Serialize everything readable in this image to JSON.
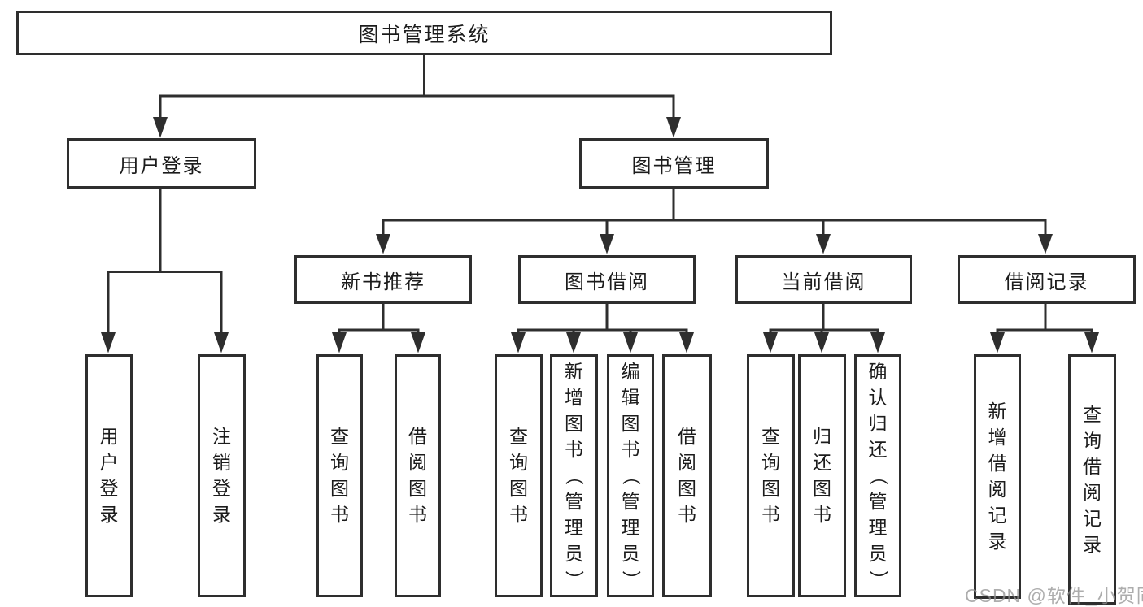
{
  "diagram_title": "图书管理系统",
  "colors": {
    "line": "#2e2e2e",
    "box_border": "#2e2e2e",
    "text": "#1c1c1c",
    "background": "#ffffff",
    "watermark": "#919191"
  },
  "watermark": {
    "text": "CSDN @软件_小贺同学"
  },
  "nodes": {
    "root": {
      "label": "图书管理系统"
    },
    "level2": [
      {
        "label": "用户登录"
      },
      {
        "label": "图书管理"
      }
    ],
    "level3": [
      {
        "label": "新书推荐",
        "parent": "图书管理"
      },
      {
        "label": "图书借阅",
        "parent": "图书管理"
      },
      {
        "label": "当前借阅",
        "parent": "图书管理"
      },
      {
        "label": "借阅记录",
        "parent": "图书管理"
      }
    ],
    "leaves": [
      {
        "label": "用户登录",
        "parent": "用户登录"
      },
      {
        "label": "注销登录",
        "parent": "用户登录"
      },
      {
        "label": "查询图书",
        "parent": "新书推荐"
      },
      {
        "label": "借阅图书",
        "parent": "新书推荐"
      },
      {
        "label": "查询图书",
        "parent": "图书借阅"
      },
      {
        "label": "新增图书（管理员）",
        "parent": "图书借阅"
      },
      {
        "label": "编辑图书（管理员）",
        "parent": "图书借阅"
      },
      {
        "label": "借阅图书",
        "parent": "图书借阅"
      },
      {
        "label": "查询图书",
        "parent": "当前借阅"
      },
      {
        "label": "归还图书",
        "parent": "当前借阅"
      },
      {
        "label": "确认归还（管理员）",
        "parent": "当前借阅"
      },
      {
        "label": "新增借阅记录",
        "parent": "借阅记录"
      },
      {
        "label": "查询借阅记录",
        "parent": "借阅记录"
      }
    ]
  }
}
